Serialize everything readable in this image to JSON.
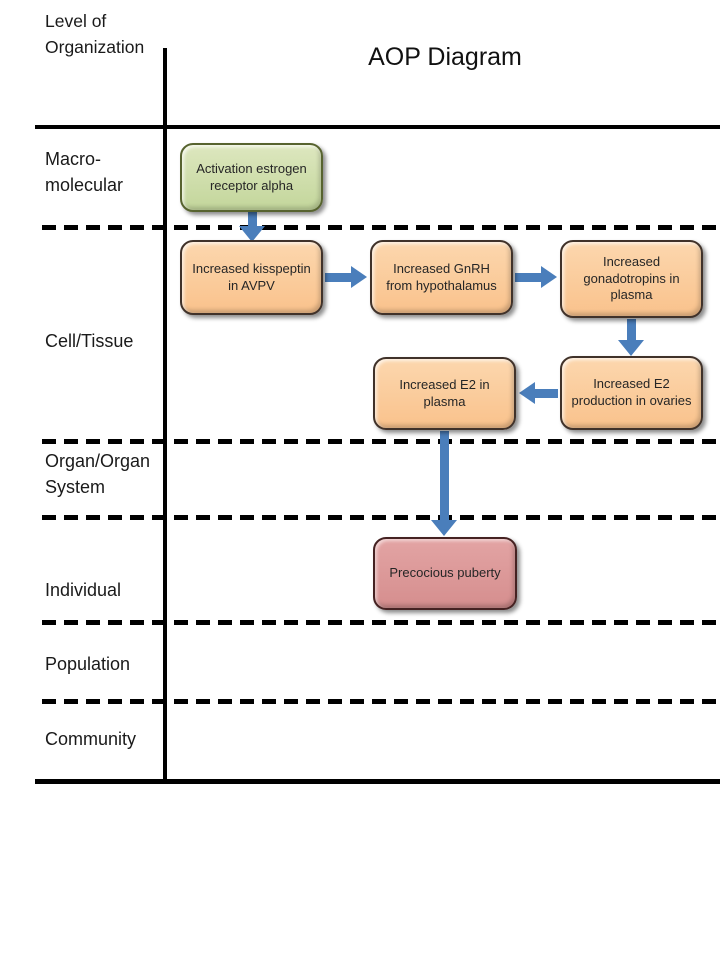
{
  "header": {
    "column_title": "Level of Organization",
    "diagram_title": "AOP Diagram"
  },
  "levels": [
    {
      "label": "Macro-molecular"
    },
    {
      "label": "Cell/Tissue"
    },
    {
      "label": "Organ/Organ System"
    },
    {
      "label": "Individual"
    },
    {
      "label": "Population"
    },
    {
      "label": "Community"
    }
  ],
  "nodes": [
    {
      "id": "activation-er-alpha",
      "label": "Activation estrogen receptor alpha",
      "level": "Macro-molecular",
      "fill": "#c9d69e",
      "border": "#57632f"
    },
    {
      "id": "increased-kisspeptin",
      "label": "Increased kisspeptin in AVPV",
      "level": "Cell/Tissue",
      "fill": "#fac79c",
      "border": "#40322a"
    },
    {
      "id": "increased-gnrh",
      "label": "Increased GnRH from hypothalamus",
      "level": "Cell/Tissue",
      "fill": "#fac79c",
      "border": "#40322a"
    },
    {
      "id": "increased-gonadotropins",
      "label": "Increased gonadotropins in plasma",
      "level": "Cell/Tissue",
      "fill": "#fac79c",
      "border": "#40322a"
    },
    {
      "id": "increased-e2-production",
      "label": "Increased E2 production  in ovaries",
      "level": "Cell/Tissue",
      "fill": "#fac79c",
      "border": "#40322a"
    },
    {
      "id": "increased-e2-plasma",
      "label": "Increased E2 in plasma",
      "level": "Cell/Tissue",
      "fill": "#fac79c",
      "border": "#40322a"
    },
    {
      "id": "precocious-puberty",
      "label": "Precocious puberty",
      "level": "Individual",
      "fill": "#d99494",
      "border": "#452222"
    }
  ],
  "edges": [
    {
      "from": "activation-er-alpha",
      "to": "increased-kisspeptin",
      "direction": "down"
    },
    {
      "from": "increased-kisspeptin",
      "to": "increased-gnrh",
      "direction": "right"
    },
    {
      "from": "increased-gnrh",
      "to": "increased-gonadotropins",
      "direction": "right"
    },
    {
      "from": "increased-gonadotropins",
      "to": "increased-e2-production",
      "direction": "down"
    },
    {
      "from": "increased-e2-production",
      "to": "increased-e2-plasma",
      "direction": "left"
    },
    {
      "from": "increased-e2-plasma",
      "to": "precocious-puberty",
      "direction": "down"
    }
  ],
  "colors": {
    "arrow": "#4a7ebb",
    "line": "#000000",
    "green_fill": "#c9d69e",
    "orange_fill": "#fac79c",
    "red_fill": "#d99494"
  }
}
